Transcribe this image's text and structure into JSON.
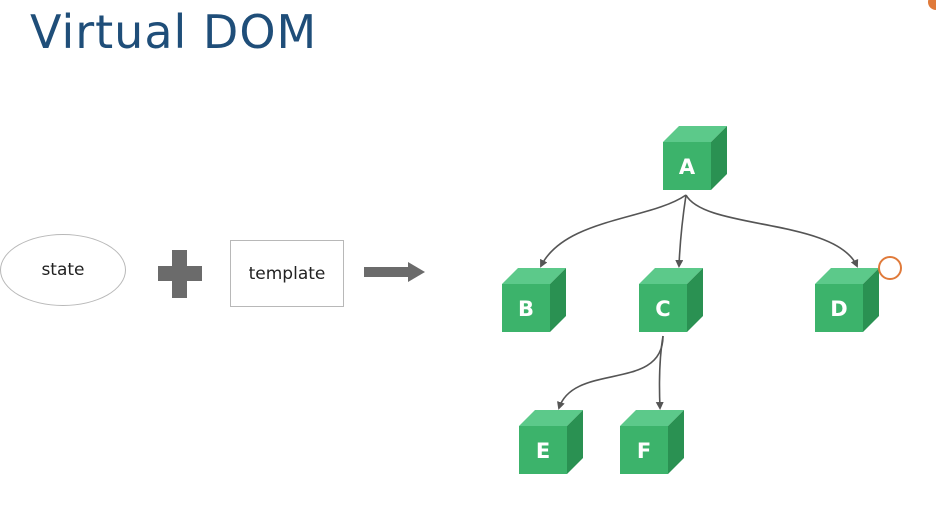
{
  "slide": {
    "title": "Virtual DOM"
  },
  "inputs": {
    "state_label": "state",
    "template_label": "template"
  },
  "tree": {
    "nodes": [
      {
        "id": "A",
        "label": "A"
      },
      {
        "id": "B",
        "label": "B"
      },
      {
        "id": "C",
        "label": "C"
      },
      {
        "id": "D",
        "label": "D"
      },
      {
        "id": "E",
        "label": "E"
      },
      {
        "id": "F",
        "label": "F"
      }
    ],
    "edges": [
      {
        "from": "A",
        "to": "B"
      },
      {
        "from": "A",
        "to": "C"
      },
      {
        "from": "A",
        "to": "D"
      },
      {
        "from": "C",
        "to": "E"
      },
      {
        "from": "C",
        "to": "F"
      }
    ]
  },
  "colors": {
    "title": "#1f4e79",
    "node_front": "#3cb36b",
    "node_top": "#5cc98a",
    "node_side": "#2a9152",
    "edge": "#555555",
    "plus_arrow": "#6b6b6b",
    "highlight_circle": "#e07a3a"
  },
  "icons": {
    "operator": "plus-icon",
    "result": "arrow-right-icon"
  }
}
